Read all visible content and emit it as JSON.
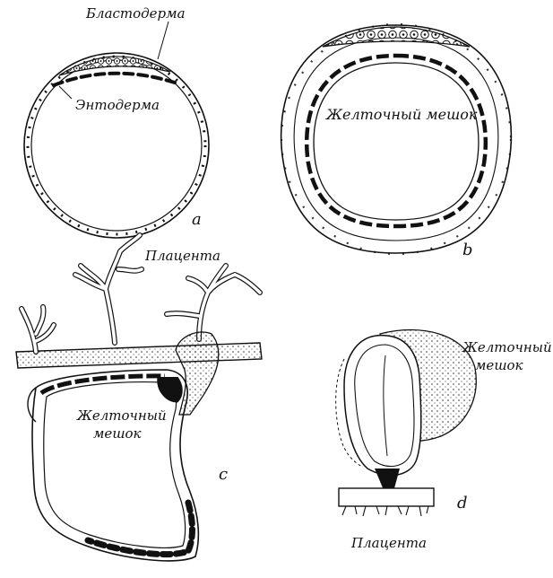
{
  "labels": {
    "blastoderma": "Бластодерма",
    "entoderma": "Энтодерма",
    "yolk_sac_b": "Желточный мешок",
    "placenta_top": "Плацента",
    "yolk_sac_c_line1": "Желточный",
    "yolk_sac_c_line2": "мешок",
    "yolk_sac_d_line1": "Желточный",
    "yolk_sac_d_line2": "мешок",
    "placenta_bottom": "Плацента"
  },
  "panel_letters": {
    "a": "a",
    "b": "b",
    "c": "c",
    "d": "d"
  },
  "colors": {
    "ink": "#111111",
    "paper": "#ffffff"
  }
}
